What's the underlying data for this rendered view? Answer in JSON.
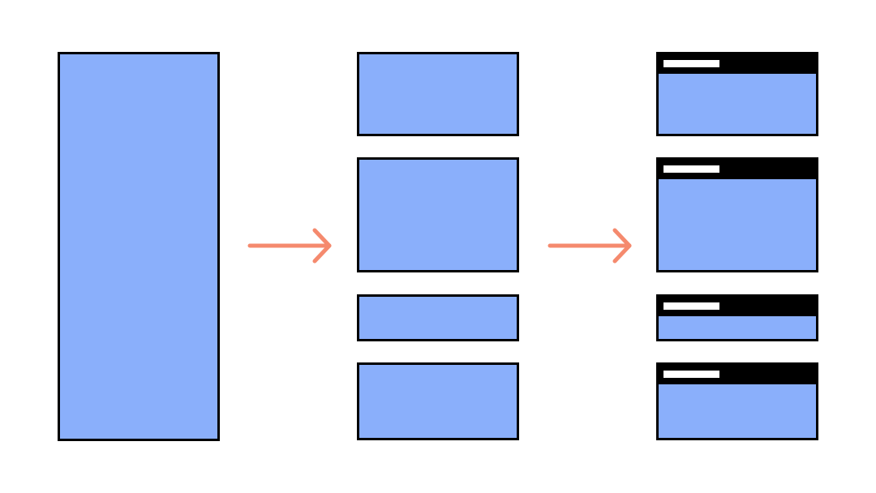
{
  "colors": {
    "block_fill": "#8aaffb",
    "border": "#000000",
    "arrow": "#f58a6e",
    "title_bar": "#000000",
    "title_label": "#ffffff"
  },
  "stages": [
    {
      "name": "single-block",
      "blocks": 1
    },
    {
      "name": "split-blocks",
      "blocks": 4
    },
    {
      "name": "titled-blocks",
      "blocks": 4,
      "has_title_bars": true
    }
  ],
  "arrows": [
    {
      "from": "single-block",
      "to": "split-blocks",
      "icon": "arrow-right-icon"
    },
    {
      "from": "split-blocks",
      "to": "titled-blocks",
      "icon": "arrow-right-icon"
    }
  ]
}
